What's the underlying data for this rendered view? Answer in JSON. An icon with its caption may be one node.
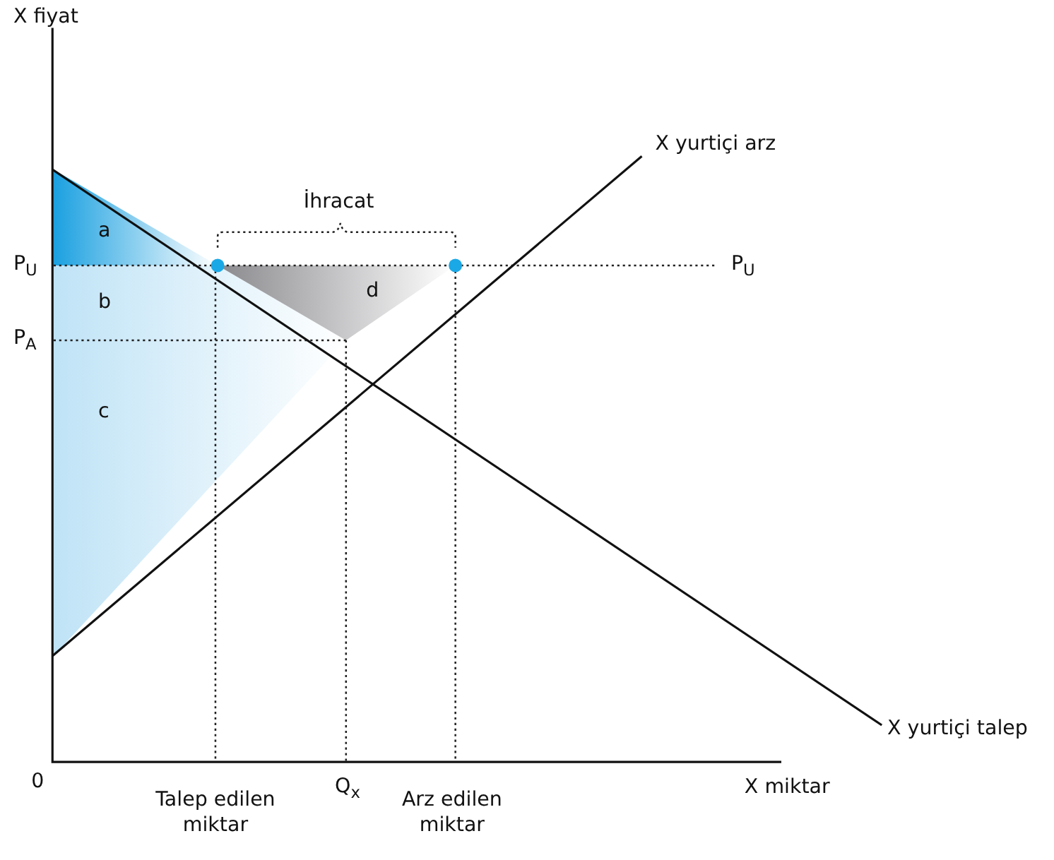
{
  "diagram": {
    "labels": [
      "X fiyat",
      "X yurtiçi arz",
      "İhracat",
      "a",
      "P$_{U}$",
      "d",
      "P$_{U}$",
      "b",
      "P$_{A}$",
      "c",
      "X yurtiçi talep",
      "0",
      "Talep edilen miktar",
      "Q$_{x}$",
      "Arz edilen miktar",
      "X miktar"
    ]
  }
}
